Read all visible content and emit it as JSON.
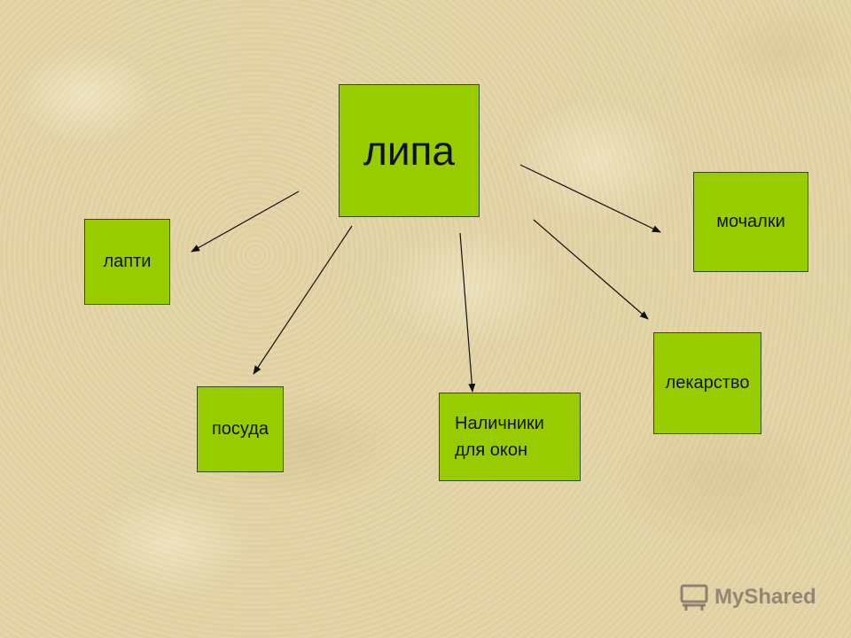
{
  "diagram": {
    "center": "липа",
    "items": [
      "лапти",
      "посуда",
      "Наличники\nдля окон",
      "лекарство",
      "мочалки"
    ]
  },
  "watermark": {
    "text": "MyShared",
    "icon": "projector-screen-icon"
  },
  "colors": {
    "background": "#e3d4a6",
    "box_fill": "#99cc00",
    "box_border": "#3a4a14",
    "arrow": "#111111"
  }
}
